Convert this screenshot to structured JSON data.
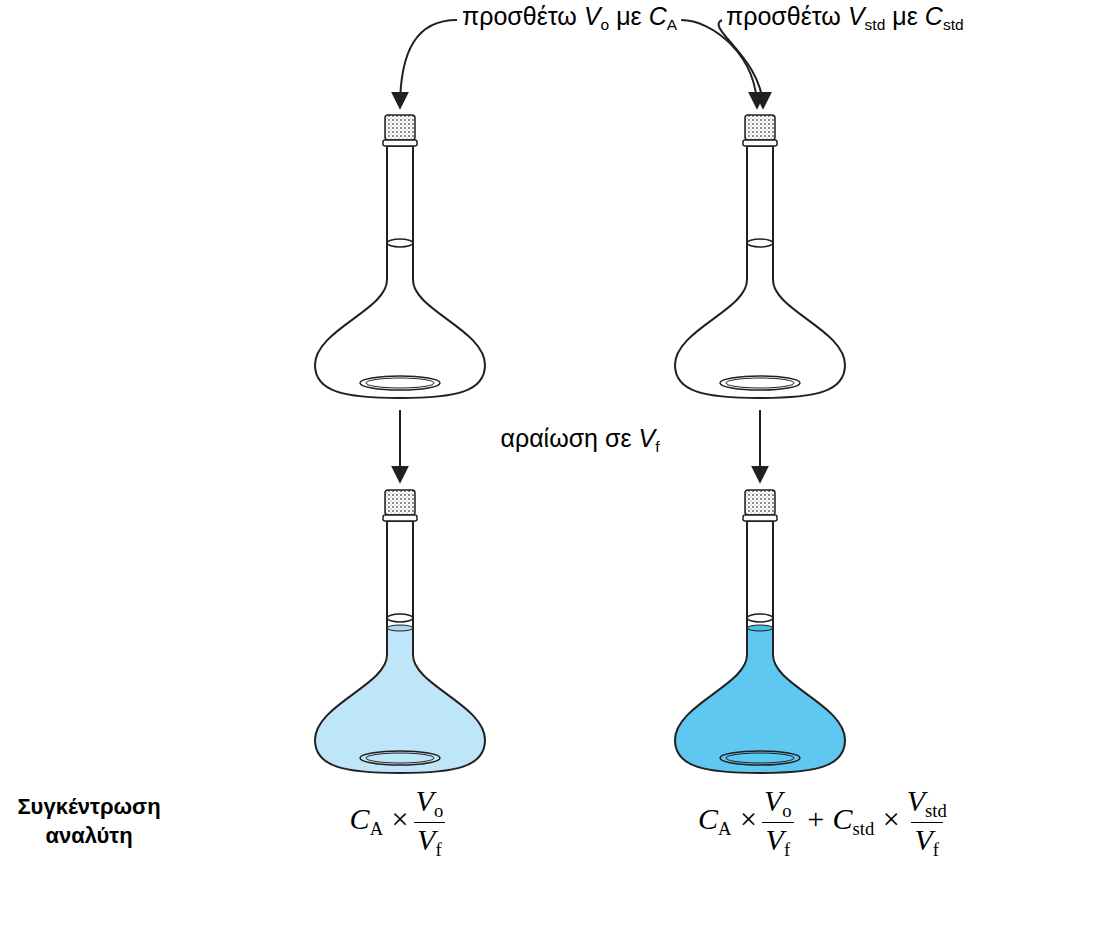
{
  "diagram": {
    "labels": [
      "προσθέτω",
      "V",
      "o",
      "με",
      "C",
      "A",
      "προσθέτω",
      "V",
      "std",
      "με",
      "C",
      "std",
      "αραίωση σε",
      "V",
      "f",
      "Συγκέντρωση αναλύτη",
      "C",
      "A",
      "×",
      "V",
      "o",
      "V",
      "f",
      "C",
      "A",
      "×",
      "V",
      "o",
      "V",
      "f",
      "+",
      "C",
      "std",
      "×",
      "V",
      "std",
      "V",
      "f"
    ]
  }
}
